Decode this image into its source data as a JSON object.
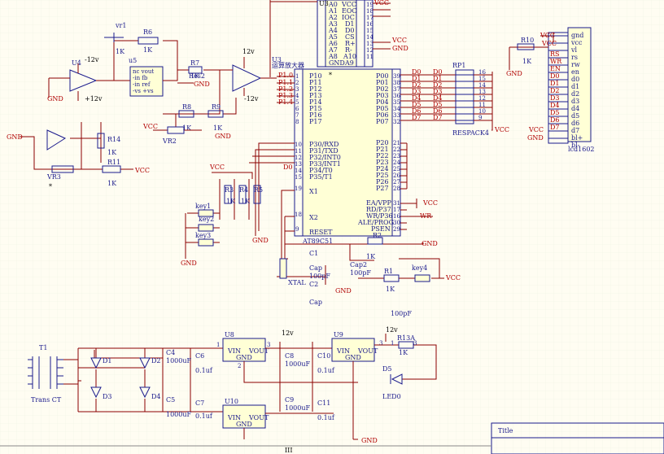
{
  "colors": {
    "background": "#fffdf2",
    "wire": "#8b0000",
    "part": "#1a1a8c",
    "label": "#b00000",
    "chip_fill": "#ffffd6"
  },
  "mcu": {
    "name": "AT89C51",
    "left_pins": [
      "P10",
      "P11",
      "P12",
      "P13",
      "P14",
      "P15",
      "P16",
      "P17",
      "P30/RXD",
      "P31/TXD",
      "P32/INT0",
      "P33/INT1",
      "P34/T0",
      "P35/T1",
      "X1",
      "X2",
      "RESET"
    ],
    "left_nums": [
      "1",
      "2",
      "3",
      "4",
      "5",
      "6",
      "7",
      "8",
      "10",
      "11",
      "12",
      "13",
      "14",
      "15",
      "19",
      "18",
      "9"
    ],
    "right_pins": [
      "P00",
      "P01",
      "P02",
      "P03",
      "P04",
      "P05",
      "P06",
      "P07",
      "P20",
      "P21",
      "P22",
      "P23",
      "P24",
      "P25",
      "P26",
      "P27",
      "EA/VPP",
      "RD/P37",
      "WR/P36",
      "ALE/PROG",
      "PSEN"
    ],
    "right_nums": [
      "39",
      "38",
      "37",
      "36",
      "35",
      "34",
      "33",
      "32",
      "21",
      "22",
      "23",
      "24",
      "25",
      "26",
      "27",
      "28",
      "31",
      "17",
      "16",
      "30",
      "29"
    ],
    "net_labels": [
      "P1.0",
      "P1.1",
      "P1.2",
      "P1.3",
      "P1.4"
    ],
    "port_out": [
      "D0",
      "D1",
      "D2",
      "D3",
      "D4",
      "D5",
      "D6",
      "D7"
    ]
  },
  "adc": {
    "label": "U3",
    "left_pins": [
      "A0",
      "A1",
      "A2",
      "A3",
      "A4",
      "A5",
      "A6",
      "A7",
      "A8",
      "GND"
    ],
    "right_pins": [
      "VCC",
      "EOC",
      "IOC",
      "D1",
      "D0",
      "CS",
      "R+",
      "R-",
      "A10",
      "A9"
    ],
    "nums": [
      "19",
      "18",
      "17",
      "16",
      "15",
      "14",
      "13",
      "12",
      "11"
    ],
    "opamp_label": "运算放大器"
  },
  "rp1": {
    "name": "RP1",
    "part": "RESPACK4",
    "nums": [
      "16",
      "15",
      "14",
      "13",
      "12",
      "11",
      "10",
      "9"
    ]
  },
  "lcd": {
    "name": "lcd1602",
    "pins": [
      "gnd",
      "vcc",
      "vl",
      "rs",
      "rw",
      "en",
      "d0",
      "d1",
      "d2",
      "d3",
      "d4",
      "d5",
      "d6",
      "d7",
      "bl+",
      "bl-"
    ],
    "nets": [
      "VCC",
      "RS",
      "WR",
      "EN",
      "D0",
      "D1",
      "D2",
      "D3",
      "D4",
      "D5",
      "D6",
      "D7",
      "VCC",
      "GND"
    ]
  },
  "labels": {
    "vcc": "VCC",
    "gnd": "GND",
    "wr": "WR",
    "minus12v": "-12v",
    "plus12v": "+12v",
    "twelve_v": "12v",
    "vr1": "vr1",
    "r6": "R6",
    "r6v": "1K",
    "vr1v": "1K",
    "u4": "U4",
    "u5": "u5",
    "u5pins": [
      "nc vout",
      "-in fb",
      "-in ref",
      "-vs +vs"
    ],
    "r7": "R7",
    "r7v": "1K",
    "res2": "Res2",
    "r8": "R8",
    "r9": "R9",
    "r8v": "1K",
    "r9v": "1K",
    "vr2": "VR2",
    "r14": "R14",
    "r14v": "1K",
    "vr3": "VR3",
    "r11": "R11",
    "r11v": "1K",
    "r10": "R10",
    "r10v": "1K",
    "r3": "R3",
    "r4": "R4",
    "r5": "R5",
    "rv": "1K",
    "key1": "key1",
    "key2": "key2",
    "key3": "key3",
    "key4": "key4",
    "c1": "C1",
    "c2": "C2",
    "cap": "Cap",
    "c_100pf": "100pF",
    "xtal": "XTAL",
    "r2": "R2",
    "r2v": "1K",
    "cap2": "Cap2",
    "r1": "R1",
    "r1v": "1K",
    "u8": "U8",
    "u9": "U9",
    "u10": "U10",
    "vin": "VIN",
    "vout": "VOUT",
    "gnd_pin": "GND",
    "pin_nums": [
      "1",
      "2",
      "3"
    ],
    "t1": "T1",
    "trans_ct": "Trans CT",
    "d1": "D1",
    "d2": "D2",
    "d3": "D3",
    "d4": "D4",
    "c4": "C4",
    "c5": "C5",
    "c6": "C6",
    "c7": "C7",
    "c8": "C8",
    "c9": "C9",
    "c10": "C10",
    "c11": "C11",
    "c_1000uf": "1000uF",
    "c_01uf": "0.1uf",
    "r13a": "R13A",
    "r13v": "1K",
    "d5": "D5",
    "led0": "LED0",
    "title": "Title",
    "bottom_mark": "III",
    "star": "*"
  }
}
